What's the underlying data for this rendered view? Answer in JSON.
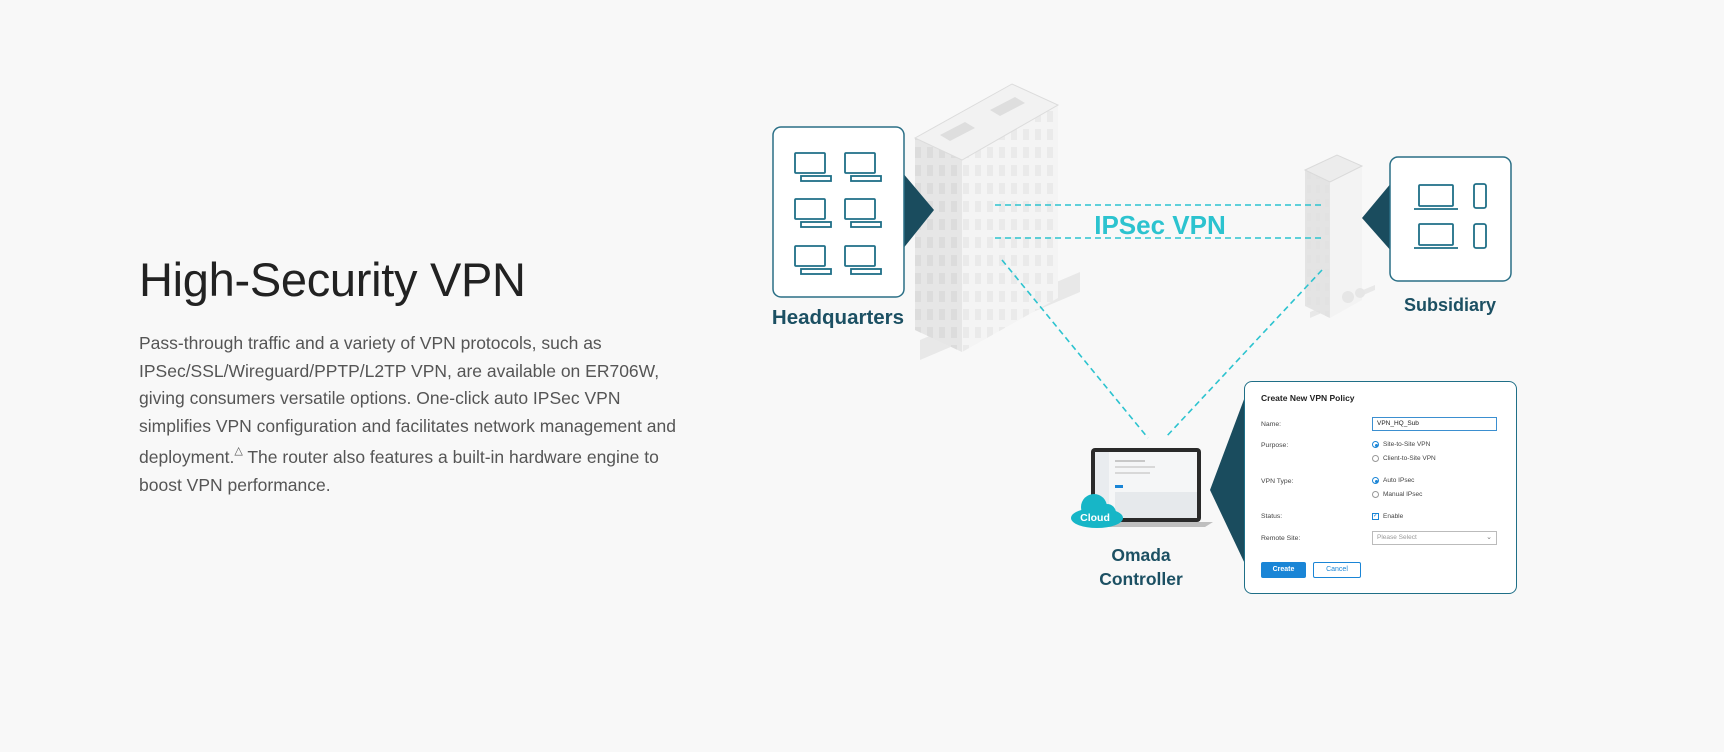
{
  "section": {
    "title": "High-Security VPN",
    "description_part1": "Pass-through traffic and a variety of VPN protocols, such as IPSec/SSL/Wireguard/PPTP/L2TP VPN, are available on ER706W, giving consumers versatile options. One-click auto IPSec VPN simplifies VPN configuration and facilitates network management and deployment.",
    "footnote_mark": "△",
    "description_part2": " The router also features a built-in hardware engine to boost VPN performance."
  },
  "diagram": {
    "vpn_label": "IPSec VPN",
    "headquarters_label": "Headquarters",
    "subsidiary_label": "Subsidiary",
    "controller_label_line1": "Omada",
    "controller_label_line2": "Controller",
    "cloud_label": "Cloud",
    "colors": {
      "accent": "#2cc3cf",
      "dark": "#1c5063",
      "panel_border": "#2a6f86"
    }
  },
  "vpn_form": {
    "title": "Create New VPN Policy",
    "name_label": "Name:",
    "name_value": "VPN_HQ_Sub",
    "purpose_label": "Purpose:",
    "purpose_options": [
      "Site-to-Site VPN",
      "Client-to-Site VPN"
    ],
    "vpn_type_label": "VPN Type:",
    "vpn_type_options": [
      "Auto IPsec",
      "Manual IPsec"
    ],
    "status_label": "Status:",
    "status_option": "Enable",
    "remote_site_label": "Remote Site:",
    "remote_site_placeholder": "Please Select",
    "create_button": "Create",
    "cancel_button": "Cancel"
  }
}
